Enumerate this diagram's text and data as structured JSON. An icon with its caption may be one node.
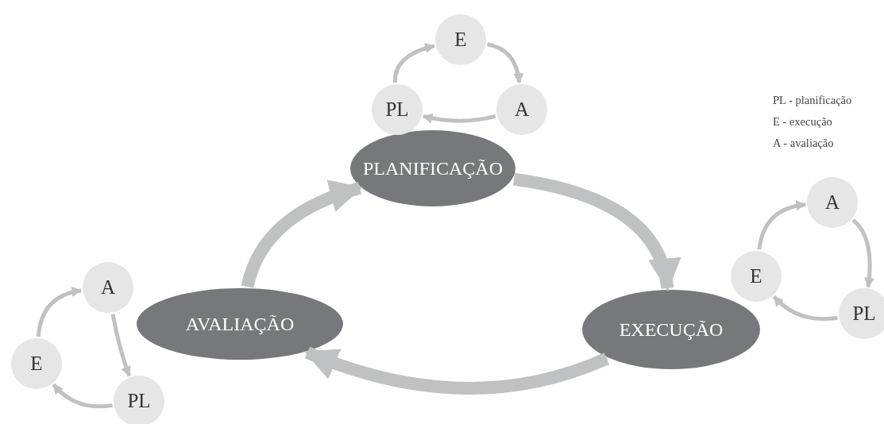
{
  "diagram": {
    "nodes": [
      {
        "text": [
          "PLANIFICAÇÃO"
        ]
      },
      {
        "text": [
          "PL"
        ]
      },
      {
        "text": [
          "E"
        ]
      },
      {
        "text": [
          "A"
        ]
      },
      {
        "text": [
          "EXECUÇÃO"
        ]
      },
      {
        "text": [
          "E"
        ]
      },
      {
        "text": [
          "A"
        ]
      },
      {
        "text": [
          "PL"
        ]
      },
      {
        "text": [
          "AVALIAÇÃO"
        ]
      },
      {
        "text": [
          "A"
        ]
      },
      {
        "text": [
          "E"
        ]
      },
      {
        "text": [
          "PL"
        ]
      }
    ],
    "edges": [
      {
        "from": 0,
        "to": 4,
        "arrow": "to",
        "style": "thick"
      },
      {
        "from": 4,
        "to": 8,
        "arrow": "to",
        "style": "thick"
      },
      {
        "from": 8,
        "to": 0,
        "arrow": "to",
        "style": "thick"
      },
      {
        "from": 1,
        "to": 2,
        "arrow": "to"
      },
      {
        "from": 2,
        "to": 3,
        "arrow": "to"
      },
      {
        "from": 3,
        "to": 1,
        "arrow": "to"
      },
      {
        "from": 5,
        "to": 6,
        "arrow": "to"
      },
      {
        "from": 6,
        "to": 7,
        "arrow": "to"
      },
      {
        "from": 7,
        "to": 5,
        "arrow": "to"
      },
      {
        "from": 9,
        "to": 11,
        "arrow": "to"
      },
      {
        "from": 11,
        "to": 10,
        "arrow": "to"
      },
      {
        "from": 10,
        "to": 9,
        "arrow": "to"
      }
    ],
    "labels": [
      "PL - planificação",
      "E - execução",
      "A - avaliação"
    ]
  }
}
